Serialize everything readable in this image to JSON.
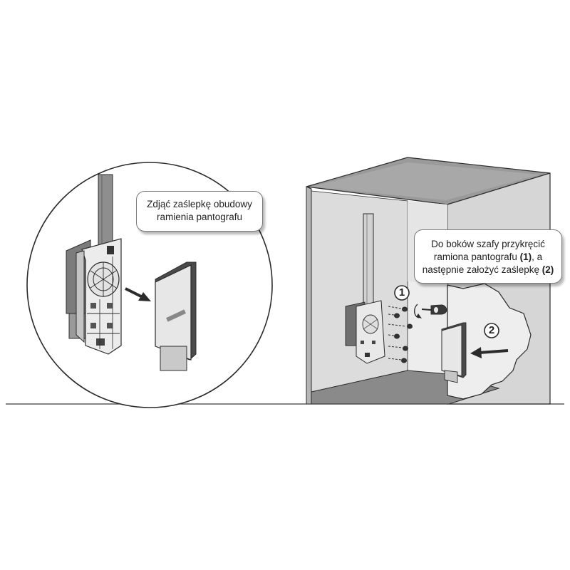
{
  "instructions": {
    "left_callout_lines": [
      "Zdjąć zaślepkę obudowy",
      "ramienia pantografu"
    ],
    "right_callout_line1": "Do boków szafy przykręcić",
    "right_callout_line2_text": "ramiona pantografu ",
    "right_callout_line2_ref": "(1)",
    "right_callout_line2_tail": ", a",
    "right_callout_line3_text": "następnie założyć zaślepkę ",
    "right_callout_line3_ref": "(2)"
  },
  "step_markers": [
    "1",
    "2"
  ],
  "colors": {
    "line": "#2b2b2b",
    "panel": "#d9d9d9",
    "panel_dark": "#bcbcbc",
    "shelf": "#8c8c8c",
    "cabinet_top": "#9a9a9a",
    "bracket": "#6f6f6f"
  },
  "icons": [
    "zoom-circle-icon",
    "arrow-icon",
    "screwdriver-icon",
    "screw-icon",
    "cover-cap-icon",
    "pantograph-bracket-icon"
  ]
}
